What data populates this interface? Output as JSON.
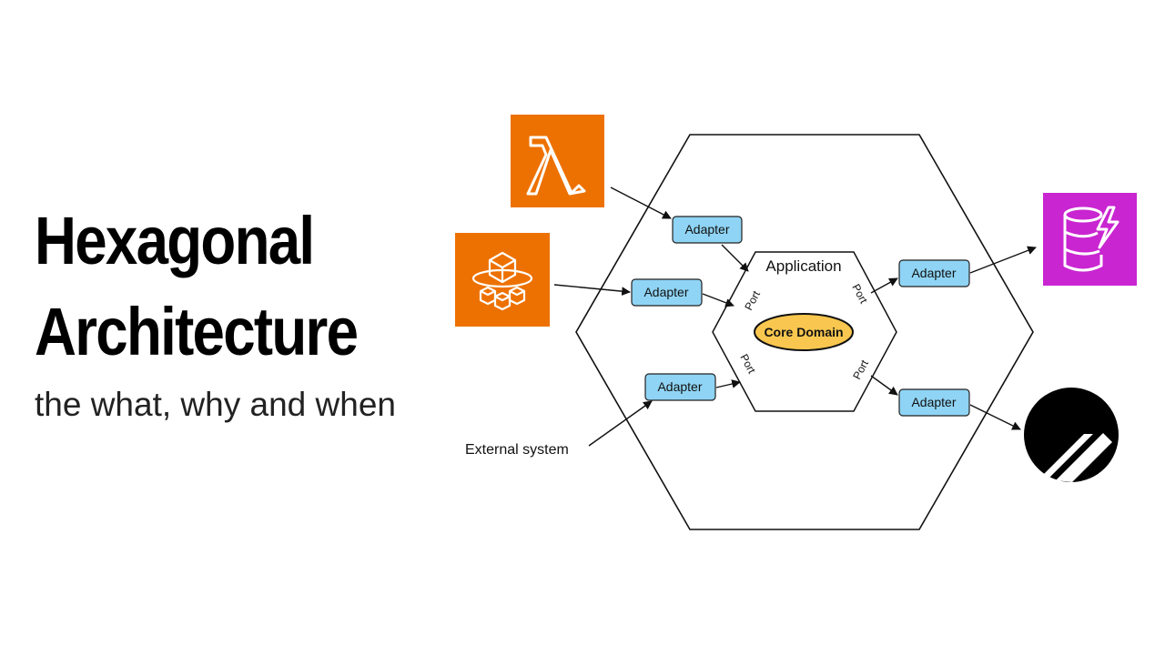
{
  "heading": {
    "line1": "Hexagonal",
    "line2": "Architecture",
    "subtitle": "the what, why and when"
  },
  "diagram": {
    "application_label": "Application",
    "core_label": "Core Domain",
    "port_label": "Port",
    "adapter_label": "Adapter",
    "external_label": "External system"
  },
  "colors": {
    "aws_orange": "#ED7100",
    "dynamo_purple": "#C925D1",
    "adapter_fill": "#8fd4f4",
    "core_fill": "#f9c74f"
  },
  "icons": {
    "lambda": "lambda-icon",
    "appsync": "cube-cluster-icon",
    "dynamodb": "database-lightning-icon",
    "planetscale": "planetscale-icon"
  }
}
